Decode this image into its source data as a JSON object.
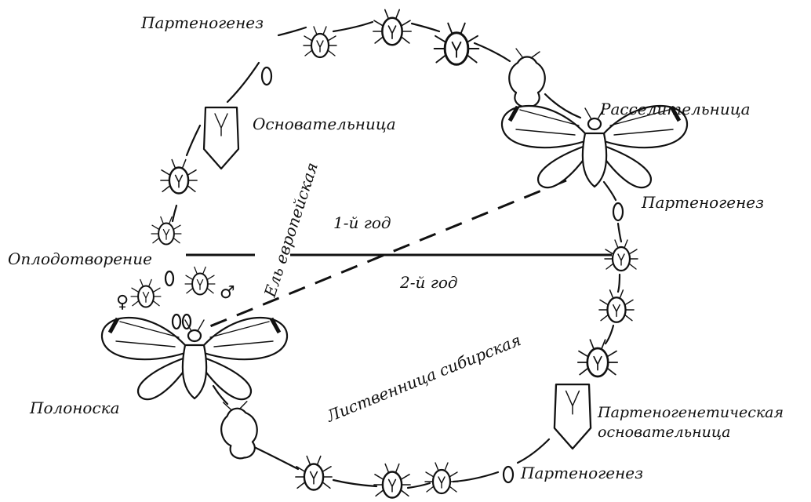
{
  "labels": {
    "parthenogenesis_top": "Партеногенез",
    "founder": "Основательница",
    "settler": "Расселительница",
    "parthenogenesis_right": "Партеногенез",
    "fertilization": "Оплодотворение",
    "year1": "1-й год",
    "year2": "2-й год",
    "spruce": "Ель европейская",
    "larch": "Лиственница сибирская",
    "sexupara": "Полоноска",
    "parth_founder_line1": "Партеногенетическая",
    "parth_founder_line2": "основательница",
    "parthenogenesis_bottom": "Партеногенез",
    "female_symbol": "♀",
    "male_symbol": "♂",
    "egg": "0",
    "eggs_pair": "00"
  },
  "colors": {
    "ink": "#111111",
    "background": "#ffffff"
  }
}
